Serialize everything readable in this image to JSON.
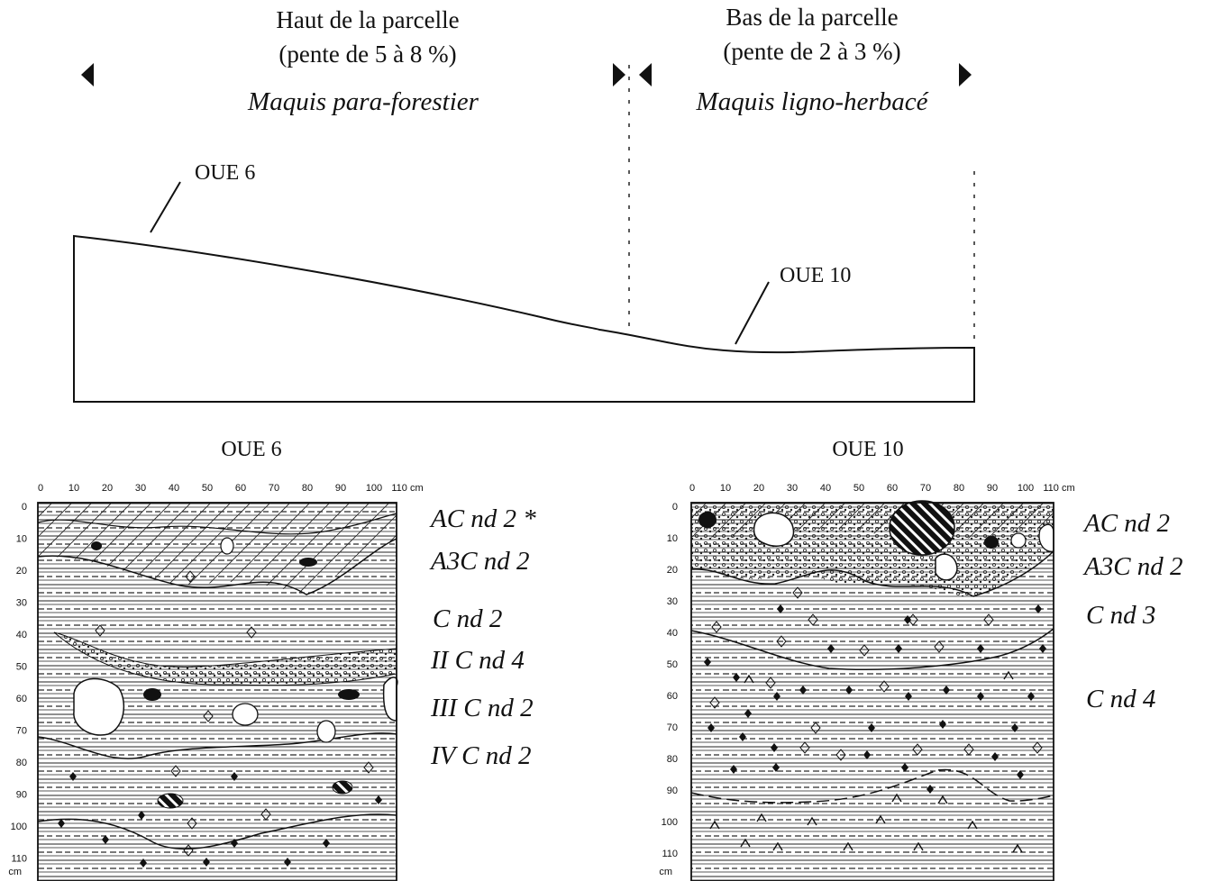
{
  "header": {
    "left": {
      "title": "Haut de la parcelle",
      "slope": "(pente de 5 à 8 %)",
      "vegetation": "Maquis para-forestier"
    },
    "right": {
      "title": "Bas de la parcelle",
      "slope": "(pente de 2 à 3 %)",
      "vegetation": "Maquis ligno-herbacé"
    }
  },
  "profile": {
    "label_oue6": "OUE 6",
    "label_oue10": "OUE 10"
  },
  "scale": {
    "x_ticks": [
      "0",
      "10",
      "20",
      "30",
      "40",
      "50",
      "60",
      "70",
      "80",
      "90",
      "100",
      "110 cm"
    ],
    "y_ticks": [
      "0",
      "10",
      "20",
      "30",
      "40",
      "50",
      "60",
      "70",
      "80",
      "90",
      "100",
      "110"
    ],
    "y_unit": "cm"
  },
  "pits": [
    {
      "title": "OUE 6",
      "horizons": [
        "AC nd 2 *",
        "A3C nd 2",
        "C nd 2",
        "II C nd 4",
        "III C nd 2",
        "IV C nd 2"
      ]
    },
    {
      "title": "OUE 10",
      "horizons": [
        "AC nd 2",
        "A3C nd 2",
        "C nd 3",
        "C nd 4"
      ]
    }
  ]
}
